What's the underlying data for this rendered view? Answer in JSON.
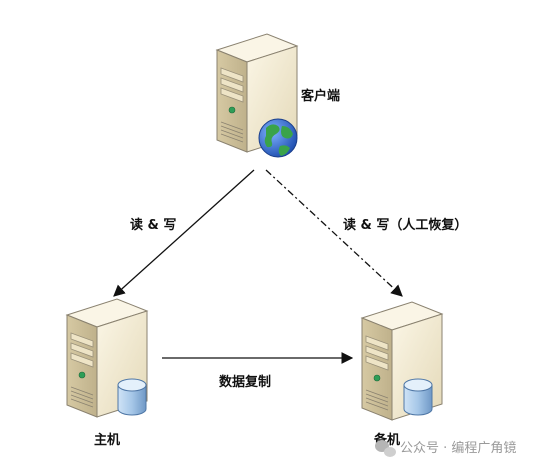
{
  "nodes": {
    "client": {
      "label": "客户端"
    },
    "primary": {
      "label": "主机"
    },
    "standby": {
      "label": "备机"
    }
  },
  "edges": {
    "client_to_primary": {
      "label": "读 & 写"
    },
    "client_to_standby": {
      "label": "读 & 写（人工恢复）"
    },
    "primary_to_standby": {
      "label": "数据复制"
    }
  },
  "watermark": {
    "text": "公众号 · 编程广角镜"
  },
  "colors": {
    "server_face": "#f2ead4",
    "server_side": "#d8ccaa",
    "server_top": "#faf5e6",
    "server_outline": "#8a8270",
    "globe_blue": "#2f6fd6",
    "globe_green": "#3aa34a",
    "db_blue": "#a9cbea",
    "led_green": "#2e9e57",
    "arrow": "#111111"
  }
}
